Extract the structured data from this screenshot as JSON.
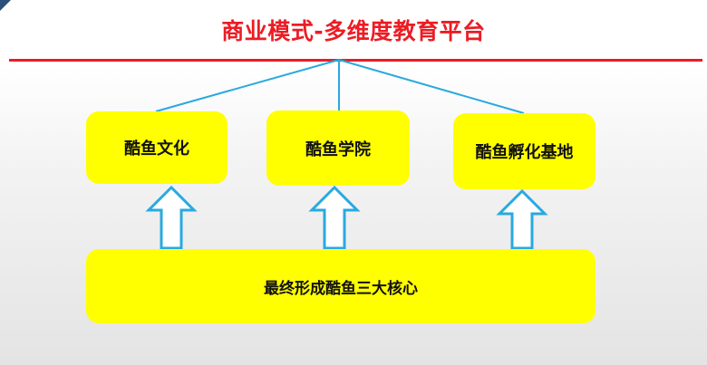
{
  "title": "商业模式-多维度教育平台",
  "pillars": [
    {
      "label": "酷鱼文化"
    },
    {
      "label": "酷鱼学院"
    },
    {
      "label": "酷鱼孵化基地"
    }
  ],
  "core": {
    "label": "最终形成酷鱼三大核心"
  },
  "colors": {
    "title": "#ec1c24",
    "rule": "#ec1c24",
    "box_fill": "#ffff00",
    "connector": "#29a9e0",
    "arrow_outline": "#29a9e0",
    "arrow_fill": "#ffffff"
  }
}
